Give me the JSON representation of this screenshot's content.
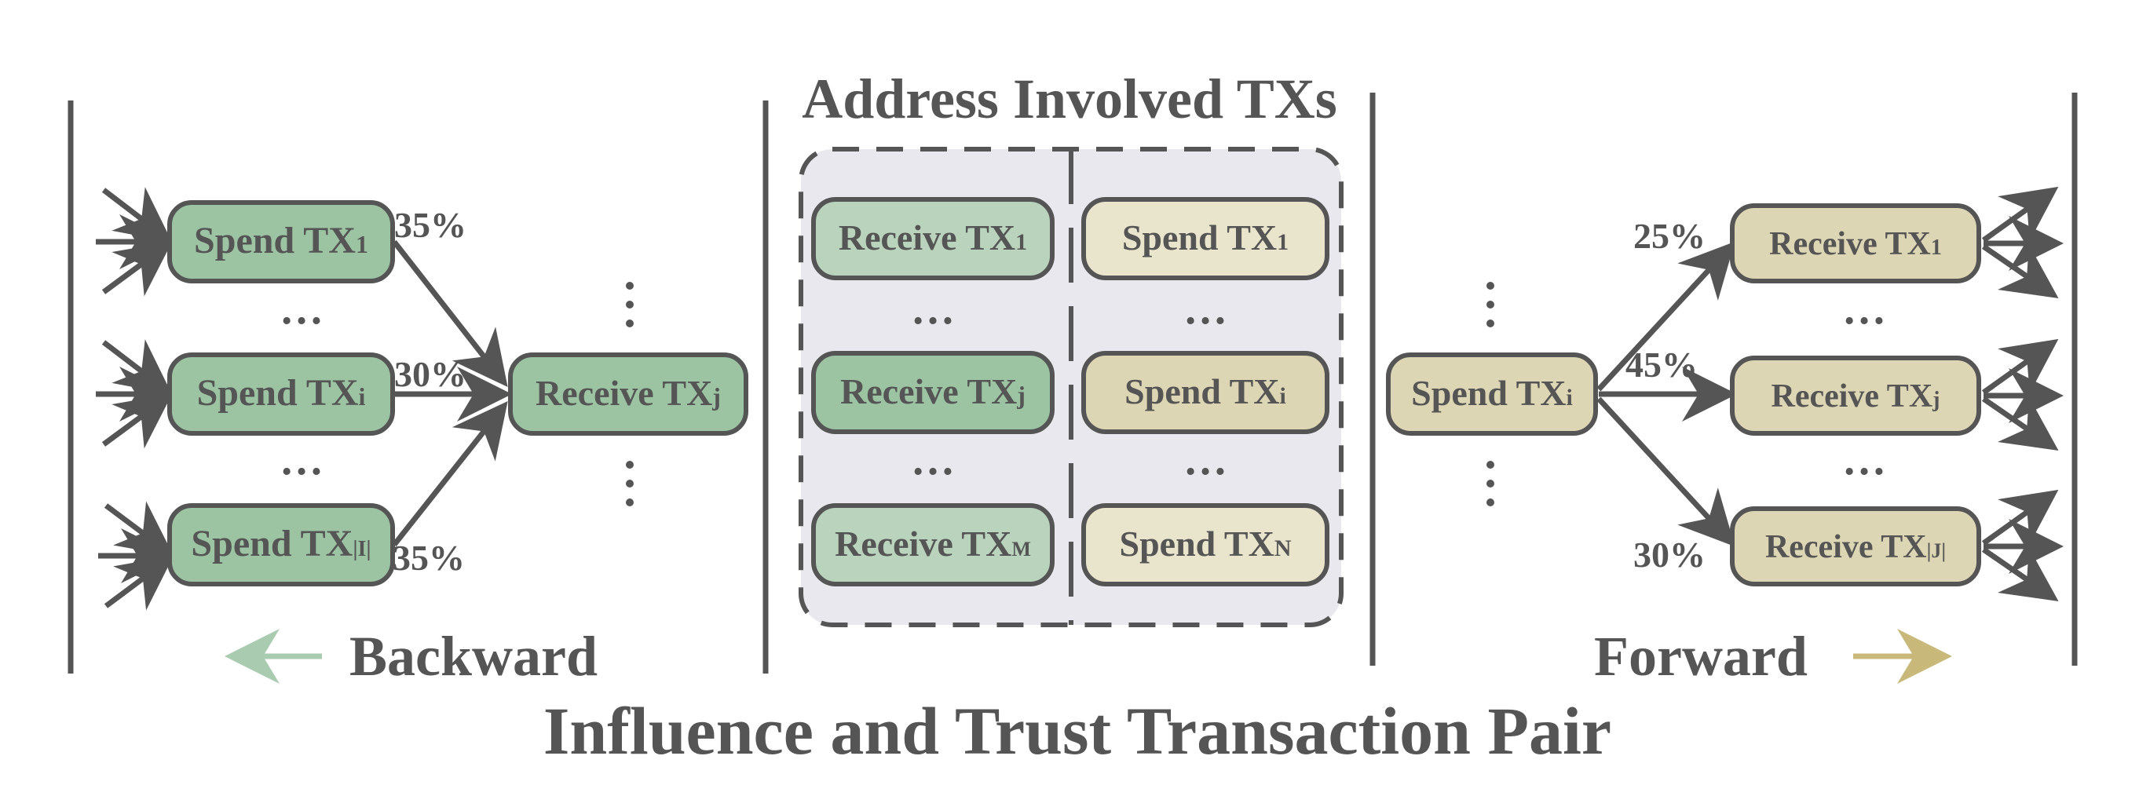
{
  "colors": {
    "ink": "#555555",
    "green_node": "#9cc4a3",
    "beige_node": "#ddd6b4",
    "panel_bg": "#e8e8ee",
    "backward_arrow": "#a9cbb0",
    "forward_arrow": "#c8b87a"
  },
  "title": "Influence and Trust Transaction Pair",
  "center_title": "Address Involved TXs",
  "backward": {
    "label": "Backward",
    "nodes": [
      {
        "main": "Spend TX",
        "sub": "1",
        "pct": "35%"
      },
      {
        "main": "Spend TX",
        "sub": "i",
        "pct": "30%"
      },
      {
        "main": "Spend TX",
        "sub": "|I|",
        "pct": "35%"
      }
    ],
    "target": {
      "main": "Receive TX",
      "sub": "j"
    },
    "ellipsis": "…"
  },
  "center": {
    "receive": [
      {
        "main": "Receive TX",
        "sub": "1"
      },
      {
        "main": "Receive TX",
        "sub": "j"
      },
      {
        "main": "Receive TX",
        "sub": "M"
      }
    ],
    "spend": [
      {
        "main": "Spend TX",
        "sub": "1"
      },
      {
        "main": "Spend TX",
        "sub": "i"
      },
      {
        "main": "Spend TX",
        "sub": "N"
      }
    ],
    "ellipsis": "…"
  },
  "forward": {
    "label": "Forward",
    "source": {
      "main": "Spend TX",
      "sub": "i"
    },
    "nodes": [
      {
        "main": "Receive TX",
        "sub": "1",
        "pct": "25%"
      },
      {
        "main": "Receive TX",
        "sub": "j",
        "pct": "45%"
      },
      {
        "main": "Receive TX",
        "sub": "|J|",
        "pct": "30%"
      }
    ],
    "ellipsis": "…"
  }
}
